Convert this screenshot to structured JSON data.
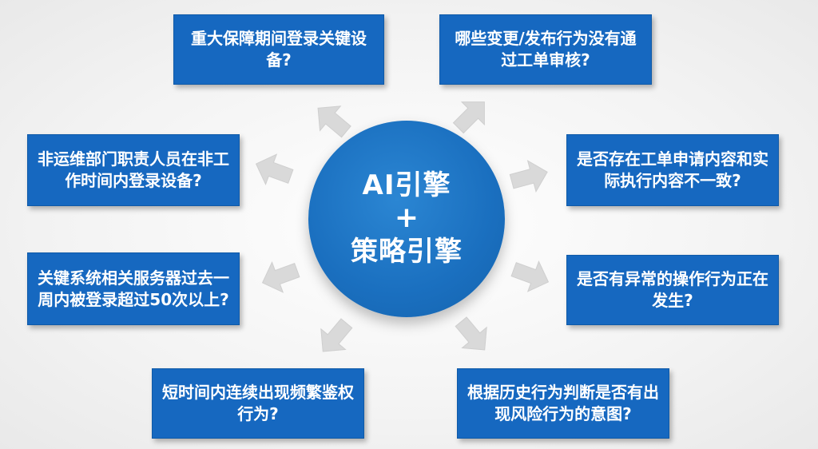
{
  "center": {
    "line1": "AI引擎",
    "line2": "+",
    "line3": "策略引擎"
  },
  "boxes": [
    {
      "text": "重大保障期间登录关键设备?"
    },
    {
      "text": "哪些变更/发布行为没有通过工单审核?"
    },
    {
      "text": "非运维部门职责人员在非工作时间内登录设备?"
    },
    {
      "text": "是否存在工单申请内容和实际执行内容不一致?"
    },
    {
      "text": "关键系统相关服务器过去一周内被登录超过50次以上?"
    },
    {
      "text": "是否有异常的操作行为正在发生?"
    },
    {
      "text": "短时间内连续出现频繁鉴权行为?"
    },
    {
      "text": "根据历史行为判断是否有出现风险行为的意图?"
    }
  ],
  "colors": {
    "box_fill": "#1668c0",
    "center_fill": "#1a6fbf",
    "arrow_fill": "#d9d9d9",
    "text": "#ffffff"
  }
}
